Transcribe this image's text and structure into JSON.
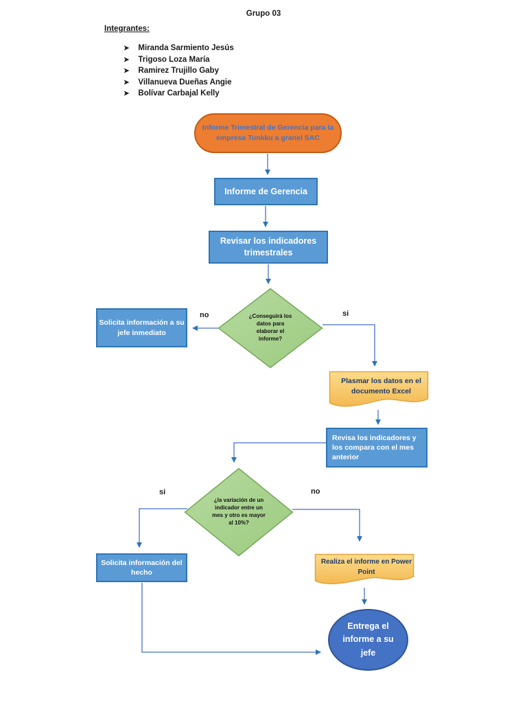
{
  "header": {
    "group_title": "Grupo 03",
    "members_heading": "Integrantes:",
    "bullet_glyph": "➤",
    "members": [
      "Miranda Sarmiento Jesús",
      "Trigoso Loza María",
      "Ramirez Trujillo Gaby",
      "Villanueva Dueñas Angie",
      "Bolívar Carbajal Kelly"
    ]
  },
  "flow": {
    "start": "Informe Trimestral de Gerencia para la empresa Tunkku a granel SAC",
    "informe_gerencia": "Informe de Gerencia",
    "revisar_indicadores": "Revisar los indicadores trimestrales",
    "decision_datos": "¿Conseguirá los datos para elaborar el informe?",
    "solicita_jefe": "Solicita información a su jefe inmediato",
    "plasmar_excel": "Plasmar los datos en el documento Excel",
    "revisa_compara": "Revisa los indicadores y los compara con el mes anterior",
    "decision_variacion": "¿la variación de un indicador entre un mes y otro es mayor al 10%?",
    "solicita_hecho": "Solicita información del hecho",
    "realiza_ppt": "Realiza el informe en Power Point",
    "entrega_jefe": "Entrega el informe a su jefe",
    "label_no": "no",
    "label_si": "si"
  },
  "colors": {
    "start_fill": "#ED7D31",
    "start_border": "#C55A11",
    "start_text": "#4472C4",
    "process_fill": "#5B9BD5",
    "process_border": "#2E75B6",
    "decision_fill": "#A9D18E",
    "decision_border": "#75A85B",
    "document_fill_top": "#FCDC8C",
    "document_fill_bottom": "#F3B952",
    "document_border": "#E3A23D",
    "document_text": "#1F3864",
    "end_fill": "#4472C4",
    "end_border": "#2F5597",
    "connector": "#4472C4"
  }
}
